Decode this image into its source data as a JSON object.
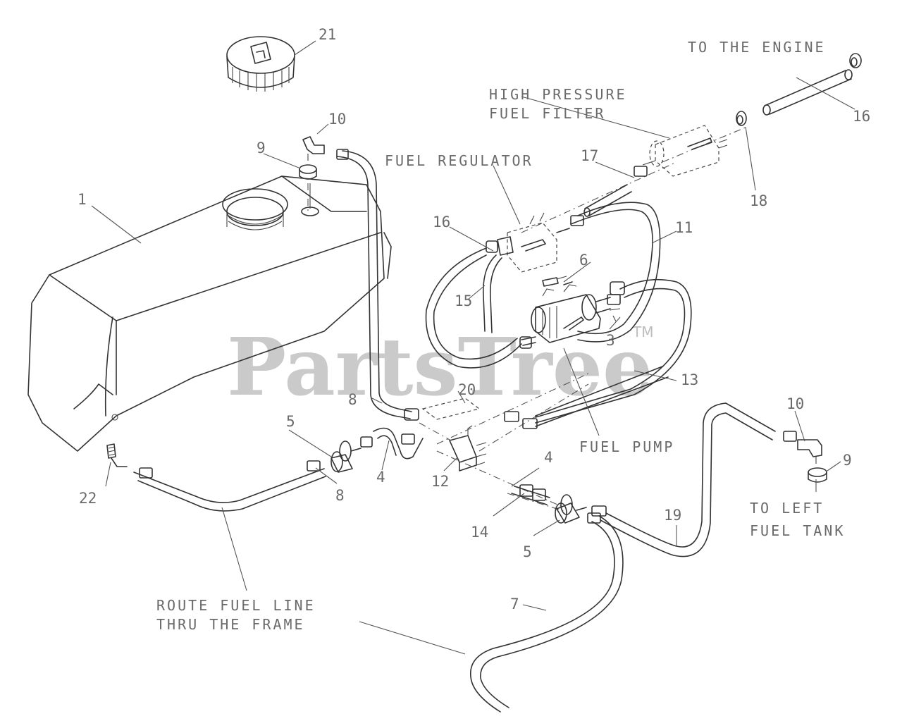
{
  "watermark": {
    "text": "PartsTree",
    "tm": "TM"
  },
  "callouts": {
    "to_engine": "TO THE ENGINE",
    "hp_filter_1": "HIGH PRESSURE",
    "hp_filter_2": "FUEL FILTER",
    "fuel_regulator": "FUEL REGULATOR",
    "fuel_pump": "FUEL PUMP",
    "left_tank_1": "TO LEFT",
    "left_tank_2": "FUEL TANK",
    "route_1": "ROUTE FUEL LINE",
    "route_2": "THRU THE FRAME"
  },
  "part_numbers": {
    "p1": "1",
    "p3": "3",
    "p4a": "4",
    "p4b": "4",
    "p5a": "5",
    "p5b": "5",
    "p6": "6",
    "p7": "7",
    "p8a": "8",
    "p8b": "8",
    "p9a": "9",
    "p9b": "9",
    "p10a": "10",
    "p10b": "10",
    "p11": "11",
    "p12": "12",
    "p13": "13",
    "p14": "14",
    "p15": "15",
    "p16a": "16",
    "p16b": "16",
    "p17": "17",
    "p18": "18",
    "p19": "19",
    "p20": "20",
    "p21": "21",
    "p22": "22"
  }
}
